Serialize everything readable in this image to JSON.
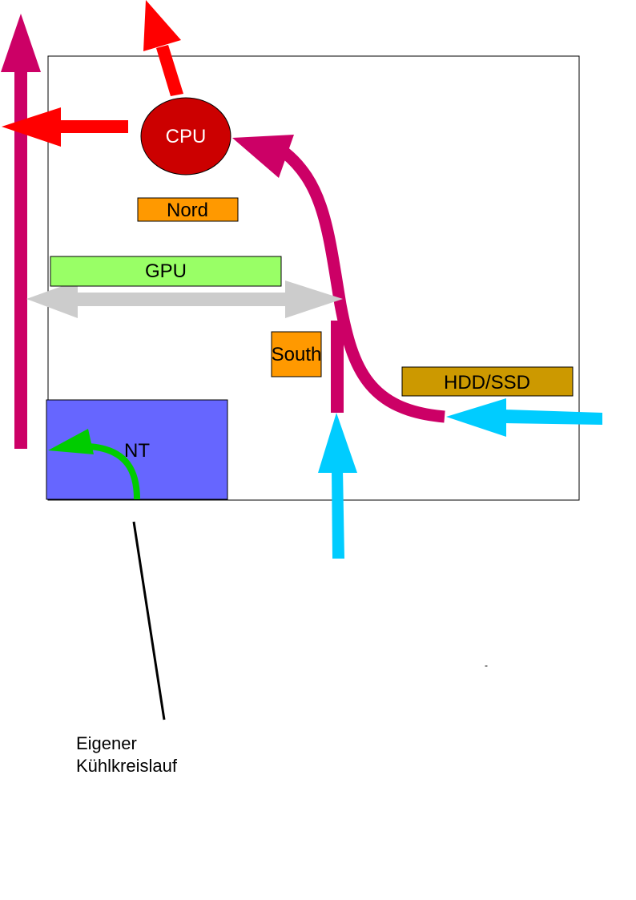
{
  "diagram": {
    "title": "PC Airflow / Cooling Diagram",
    "components": {
      "cpu": {
        "label": "CPU",
        "fill": "#cc0000",
        "text_color": "#ffffff"
      },
      "north": {
        "label": "Nord",
        "fill": "#ff9900"
      },
      "gpu": {
        "label": "GPU",
        "fill": "#99ff66"
      },
      "south": {
        "label": "South",
        "fill": "#ff9900"
      },
      "storage": {
        "label": "HDD/SSD",
        "fill": "#cc9900"
      },
      "psu": {
        "label": "NT",
        "fill": "#6666ff"
      }
    },
    "flows": [
      {
        "name": "exhaust-rear-top",
        "color": "#cc0066",
        "direction": "up"
      },
      {
        "name": "cpu-exhaust-top",
        "color": "#ff0000",
        "direction": "up"
      },
      {
        "name": "cpu-exhaust-rear",
        "color": "#ff0000",
        "direction": "left"
      },
      {
        "name": "intake-to-cpu",
        "color": "#cc0066",
        "direction": "curved-to-cpu"
      },
      {
        "name": "gpu-airflow",
        "color": "#cccccc",
        "direction": "bidirectional"
      },
      {
        "name": "intake-bottom",
        "color": "#00ccff",
        "direction": "up"
      },
      {
        "name": "intake-front",
        "color": "#00ccff",
        "direction": "left"
      },
      {
        "name": "psu-own-loop",
        "color": "#00cc00",
        "direction": "curved-left"
      }
    ],
    "annotation": {
      "line1": "Eigener",
      "line2": "Kühlkreislauf"
    },
    "stray_mark": "-"
  }
}
